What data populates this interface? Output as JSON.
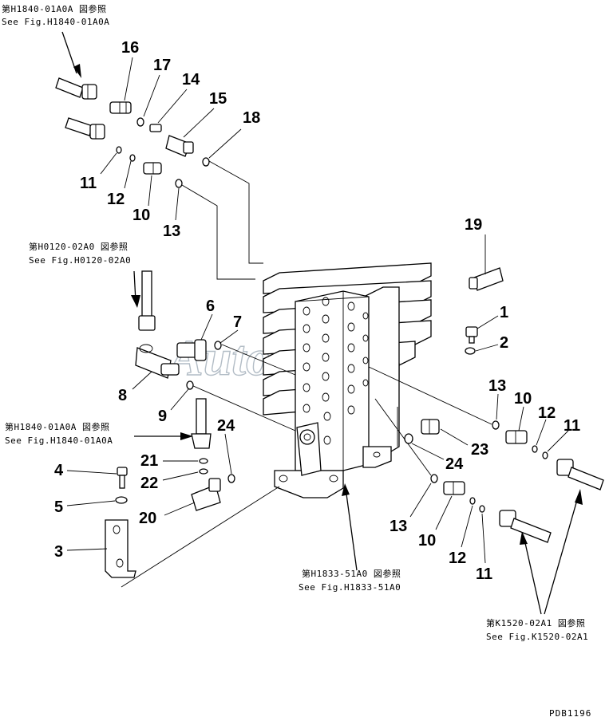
{
  "references": {
    "top_left": {
      "jp": "第H1840-01A0A 図参照",
      "en": "See Fig.H1840-01A0A"
    },
    "mid_left": {
      "jp": "第H0120-02A0 図参照",
      "en": "See Fig.H0120-02A0"
    },
    "lower_left": {
      "jp": "第H1840-01A0A 図参照",
      "en": "See Fig.H1840-01A0A"
    },
    "bottom_center": {
      "jp": "第H1833-51A0 図参照",
      "en": "See Fig.H1833-51A0"
    },
    "bottom_right": {
      "jp": "第K1520-02A1 図参照",
      "en": "See Fig.K1520-02A1"
    }
  },
  "callouts": {
    "c1": "1",
    "c2": "2",
    "c3": "3",
    "c4": "4",
    "c5": "5",
    "c6": "6",
    "c7": "7",
    "c8": "8",
    "c9": "9",
    "c10a": "10",
    "c10b": "10",
    "c10c": "10",
    "c11a": "11",
    "c11b": "11",
    "c11c": "11",
    "c12a": "12",
    "c12b": "12",
    "c12c": "12",
    "c13a": "13",
    "c13b": "13",
    "c13c": "13",
    "c14": "14",
    "c15": "15",
    "c16": "16",
    "c17": "17",
    "c18": "18",
    "c19": "19",
    "c20": "20",
    "c21": "21",
    "c22": "22",
    "c23": "23",
    "c24a": "24",
    "c24b": "24"
  },
  "watermark": "AutoSoft",
  "drawing_code": "PDB1196"
}
